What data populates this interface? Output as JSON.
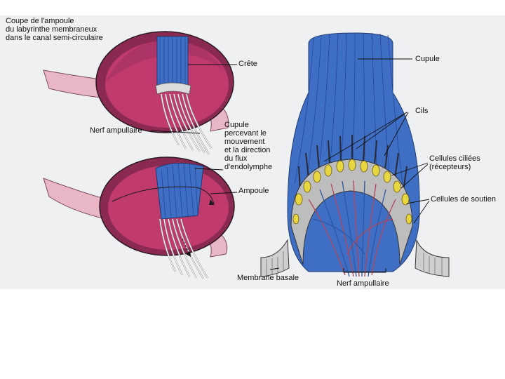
{
  "figure": {
    "labels": {
      "coupe_ampoule": "Coupe de l'ampoule\ndu labyrinthe membraneux\ndans le canal semi-circulaire",
      "crete": "Crête",
      "nerf_ampullaire_left": "Nerf ampullaire",
      "cupule_mouvement": "Cupule\npercevant le\nmouvement\net la direction\ndu flux\nd'endolymphe",
      "ampoule": "Ampoule",
      "cupule": "Cupule",
      "cils": "Cils",
      "cellules_ciliees": "Cellules ciliées\n(récepteurs)",
      "cellules_soutien": "Cellules de soutien",
      "membrane_basale": "Membrane basale",
      "nerf_ampullaire_right": "Nerf ampullaire"
    },
    "colors": {
      "ampoule_wall": "#8a2a52",
      "ampoule_inner": "#c03a6e",
      "duct_pink": "#e9b6c6",
      "cupule_blue": "#3f6fc4",
      "cilia_dark": "#2a2a35",
      "hair_cell_yellow": "#e8d640",
      "support_cell_gray": "#bdbdbd",
      "nerve_red": "#b0445a",
      "nerve_blue": "#2e56a6",
      "background": "#eef0f2"
    }
  }
}
